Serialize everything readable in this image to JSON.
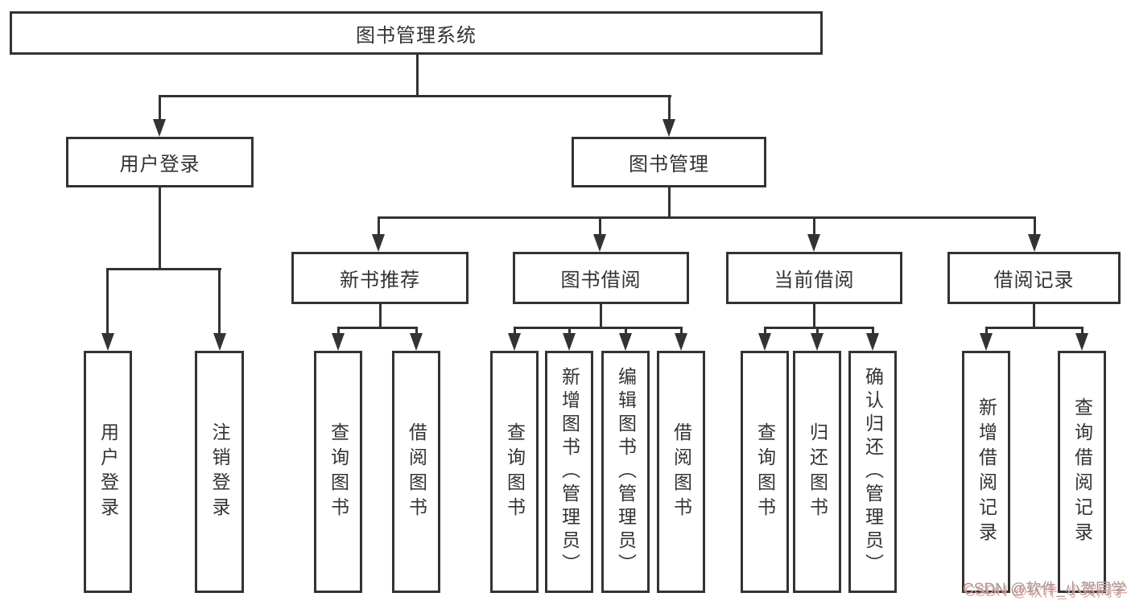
{
  "title": "图书管理系统",
  "watermark": {
    "text": "CSDN @软件_小贺同学"
  },
  "colors": {
    "line": "#333333",
    "box_background": "#ffffff",
    "text": "#333333",
    "watermark_text": "#9b9b9b",
    "watermark_shadow": "#f8a49c"
  },
  "nodes": {
    "root": {
      "label": "图书管理系统"
    },
    "user_login": {
      "label": "用户登录"
    },
    "book_mgmt": {
      "label": "图书管理"
    },
    "login": {
      "label": "用户登录"
    },
    "logout": {
      "label": "注销登录"
    },
    "new_book_rec": {
      "label": "新书推荐"
    },
    "book_borrow": {
      "label": "图书借阅"
    },
    "current_borrow": {
      "label": "当前借阅"
    },
    "borrow_record": {
      "label": "借阅记录"
    },
    "rec_query_book": {
      "label": "查询图书"
    },
    "rec_borrow_book": {
      "label": "借阅图书"
    },
    "bb_query_book": {
      "label": "查询图书"
    },
    "bb_add_book": {
      "label": "新增图书（管理员）"
    },
    "bb_edit_book": {
      "label": "编辑图书（管理员）"
    },
    "bb_borrow_book": {
      "label": "借阅图书"
    },
    "cb_query_book": {
      "label": "查询图书"
    },
    "cb_return_book": {
      "label": "归还图书"
    },
    "cb_confirm_return": {
      "label": "确认归还（管理员）"
    },
    "br_add_record": {
      "label": "新增借阅记录"
    },
    "br_query_record": {
      "label": "查询借阅记录"
    }
  },
  "structure": {
    "图书管理系统": [
      "用户登录",
      "图书管理"
    ],
    "用户登录": [
      "用户登录",
      "注销登录"
    ],
    "图书管理": [
      "新书推荐",
      "图书借阅",
      "当前借阅",
      "借阅记录"
    ],
    "新书推荐": [
      "查询图书",
      "借阅图书"
    ],
    "图书借阅": [
      "查询图书",
      "新增图书（管理员）",
      "编辑图书（管理员）",
      "借阅图书"
    ],
    "当前借阅": [
      "查询图书",
      "归还图书",
      "确认归还（管理员）"
    ],
    "借阅记录": [
      "新增借阅记录",
      "查询借阅记录"
    ]
  }
}
